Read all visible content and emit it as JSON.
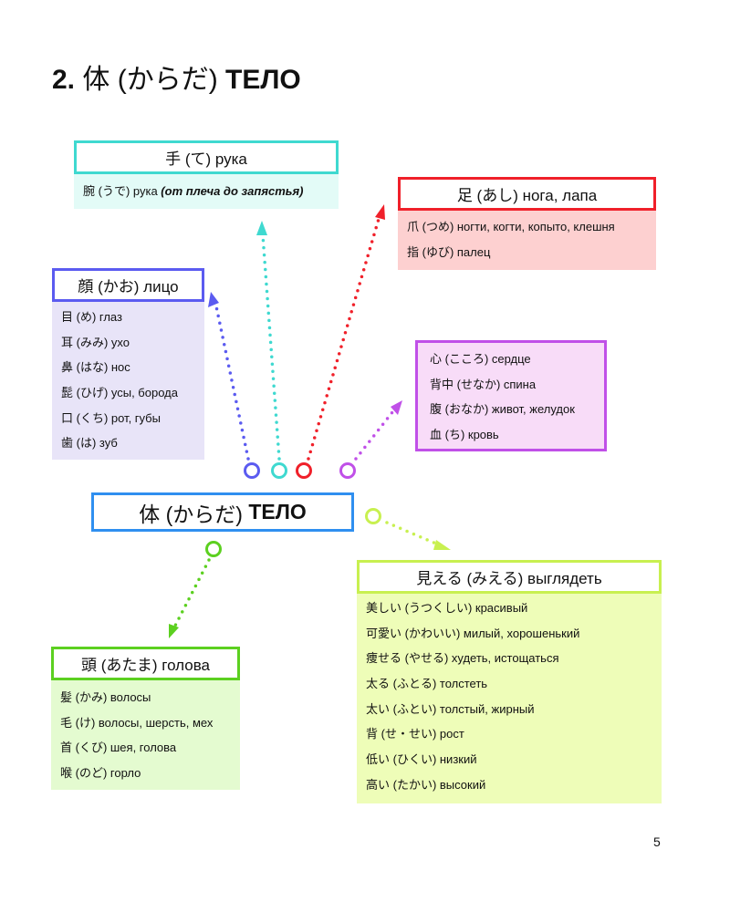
{
  "title": {
    "number": "2.",
    "jp": "体 (からだ)",
    "ru": "ТЕЛО"
  },
  "center": {
    "jp": "体 (からだ)",
    "ru": "ТЕЛО"
  },
  "te": {
    "header": "手 (て) рука",
    "items": [
      {
        "jp": "腕 (うで) рука",
        "note": "(от плеча до запястья)"
      }
    ]
  },
  "kao": {
    "header": "顔 (かお) лицо",
    "items": [
      "目 (め) глаз",
      "耳 (みみ) ухо",
      "鼻 (はな) нос",
      "髭 (ひげ) усы, борода",
      "口 (くち) рот, губы",
      "歯 (は) зуб"
    ]
  },
  "ashi": {
    "header": "足 (あし) нога, лапа",
    "items": [
      "爪 (つめ) ногти, когти, копыто, клешня",
      "指 (ゆび) палец"
    ]
  },
  "kokoro": {
    "items": [
      "心 (こころ) сердце",
      "背中 (せなか) спина",
      "腹 (おなか) живот, желудок",
      "血 (ち) кровь"
    ]
  },
  "mieru": {
    "header": "見える (みえる) выглядеть",
    "items": [
      "美しい (うつくしい) красивый",
      "可愛い (かわいい) милый, хорошенький",
      "痩せる (やせる) худеть, истощаться",
      "太る (ふとる) толстеть",
      "太い (ふとい) толстый, жирный",
      "背 (せ・せい) рост",
      "低い (ひくい) низкий",
      "高い (たかい) высокий"
    ]
  },
  "atama": {
    "header": "頭 (あたま) голова",
    "items": [
      "髪 (かみ) волосы",
      "毛 (け) волосы, шерсть, мех",
      "首 (くび) шея, голова",
      "喉 (のど) горло"
    ]
  },
  "page_number": "5",
  "colors": {
    "te": "#3fd9d0",
    "kao": "#5b5bf0",
    "ashi": "#f0202a",
    "kokoro": "#c050e8",
    "mieru": "#c8f050",
    "atama": "#5cd020",
    "center": "#2f8ff0"
  }
}
